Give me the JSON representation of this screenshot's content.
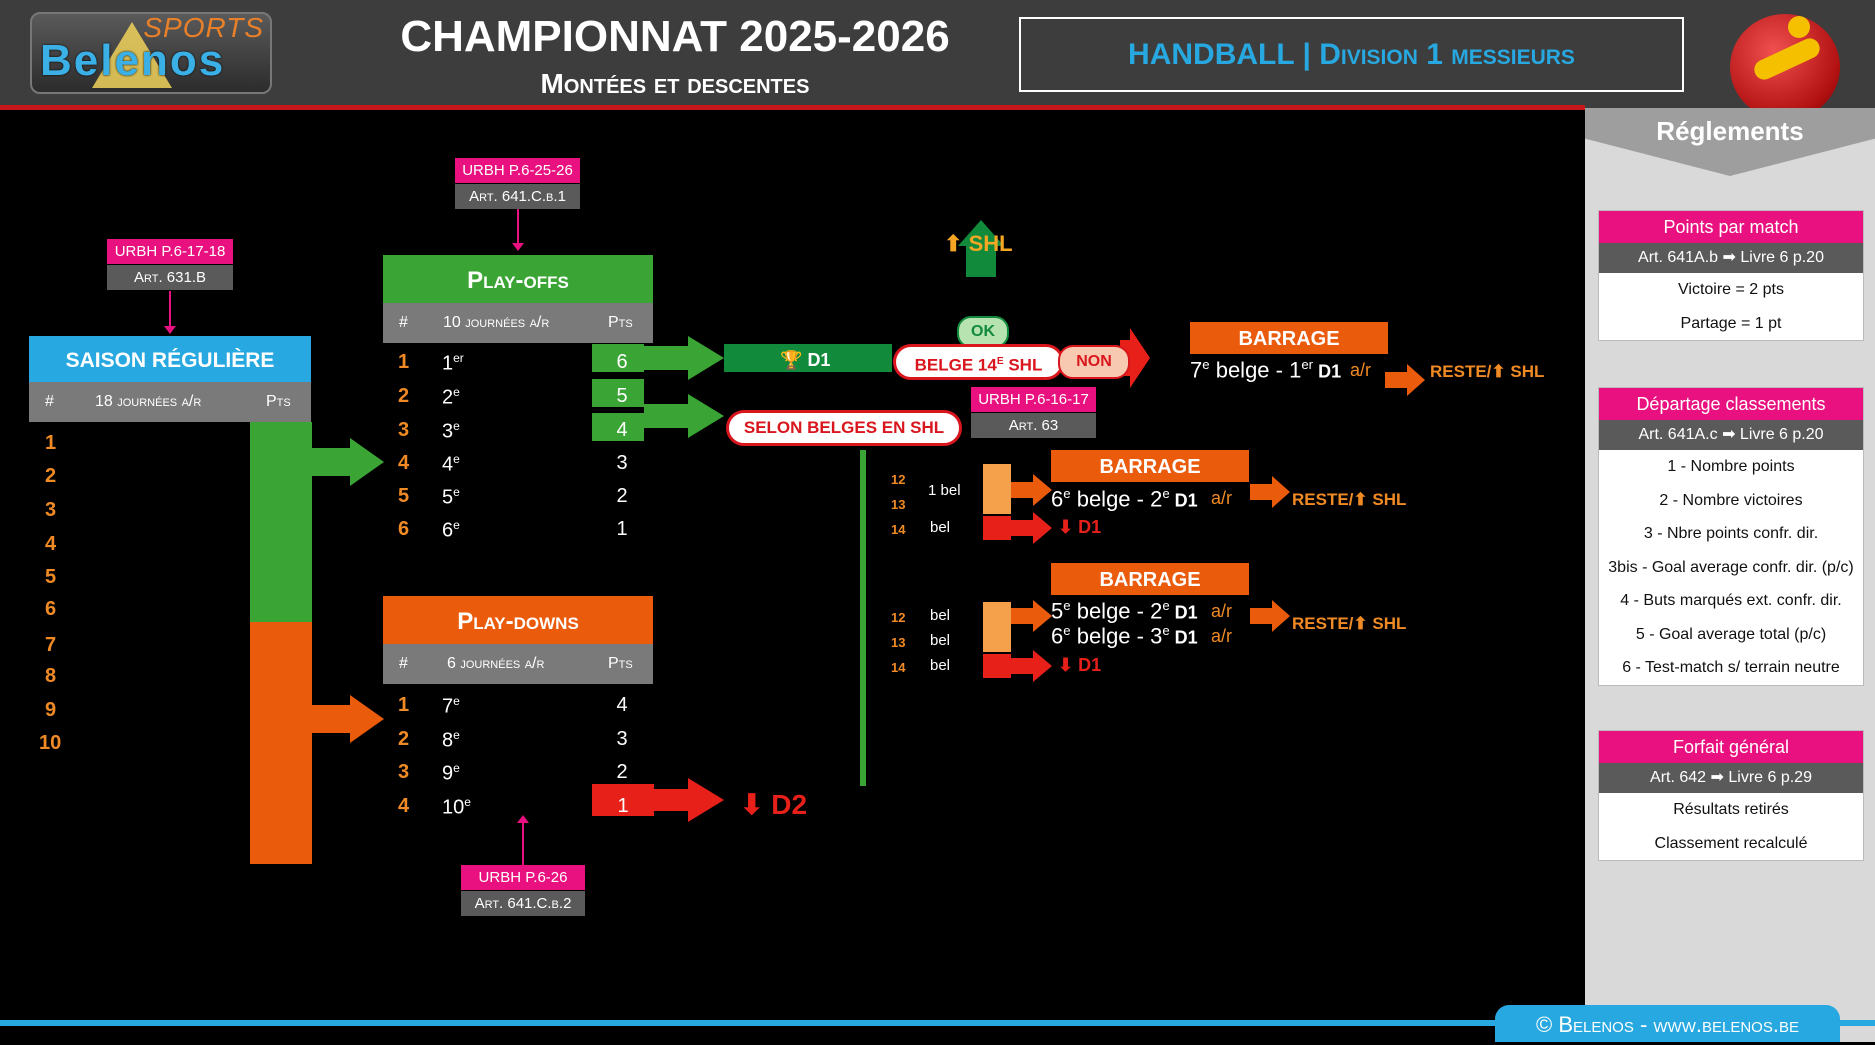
{
  "header": {
    "logo_sports": "SPORTS",
    "logo_brand": "Belenos",
    "title": "CHAMPIONNAT 2025-2026",
    "subtitle": "Montées et descentes",
    "division": "HANDBALL | Division 1 messieurs"
  },
  "season": {
    "tag_pink": "URBH P.6-17-18",
    "tag_grey": "Art. 631.B",
    "title": "SAISON RÉGULIÈRE",
    "col_num": "#",
    "col_desc": "18 journées a/r",
    "col_pts": "Pts",
    "ranks": [
      "1",
      "2",
      "3",
      "4",
      "5",
      "6",
      "7",
      "8",
      "9",
      "10"
    ]
  },
  "playoffs": {
    "tag_pink": "URBH P.6-25-26",
    "tag_grey": "Art. 641.C.b.1",
    "title": "Play-offs",
    "col_num": "#",
    "col_desc": "10 journées a/r",
    "col_pts": "Pts",
    "rows": [
      {
        "rank": "1",
        "place": "1",
        "sup": "er",
        "pts": "6"
      },
      {
        "rank": "2",
        "place": "2",
        "sup": "e",
        "pts": "5"
      },
      {
        "rank": "3",
        "place": "3",
        "sup": "e",
        "pts": "4"
      },
      {
        "rank": "4",
        "place": "4",
        "sup": "e",
        "pts": "3"
      },
      {
        "rank": "5",
        "place": "5",
        "sup": "e",
        "pts": "2"
      },
      {
        "rank": "6",
        "place": "6",
        "sup": "e",
        "pts": "1"
      }
    ]
  },
  "playdowns": {
    "tag_pink": "URBH P.6-26",
    "tag_grey": "Art. 641.C.b.2",
    "title": "Play-downs",
    "col_num": "#",
    "col_desc": "6 journées a/r",
    "col_pts": "Pts",
    "rows": [
      {
        "rank": "1",
        "place": "7",
        "sup": "e",
        "pts": "4"
      },
      {
        "rank": "2",
        "place": "8",
        "sup": "e",
        "pts": "3"
      },
      {
        "rank": "3",
        "place": "9",
        "sup": "e",
        "pts": "2"
      },
      {
        "rank": "4",
        "place": "10",
        "sup": "e",
        "pts": "1"
      }
    ],
    "relegation": "D2"
  },
  "flow": {
    "champion": "D1",
    "shl_up": "SHL",
    "ok": "OK",
    "belge14": "BELGE 14",
    "belge14_sup": "E",
    "belge14_suffix": " SHL",
    "non": "NON",
    "selon": "SELON BELGES EN SHL",
    "tag_pink": "URBH P.6-16-17",
    "tag_grey": "Art. 63",
    "barrage_label": "BARRAGE",
    "barrage1": {
      "a": "7",
      "a_sup": "e",
      "mid": " belge - 1",
      "b_sup": "er",
      "div": " D1",
      "ar": "a/r",
      "result": "RESTE/",
      "result_up": "SHL"
    },
    "case1": {
      "ranks": [
        "12",
        "13",
        "14"
      ],
      "labels": [
        "1 bel",
        "",
        "bel"
      ],
      "barrage": {
        "a": "6",
        "a_sup": "e",
        "mid": " belge - 2",
        "b_sup": "e",
        "div": " D1",
        "ar": "a/r",
        "result": "RESTE/",
        "result_up": "SHL"
      },
      "down": "D1"
    },
    "case2": {
      "ranks": [
        "12",
        "13",
        "14"
      ],
      "labels": [
        "bel",
        "bel",
        "bel"
      ],
      "line1": {
        "a": "5",
        "a_sup": "e",
        "mid": " belge - 2",
        "b_sup": "e",
        "div": " D1",
        "ar": "a/r"
      },
      "line2": {
        "a": "6",
        "a_sup": "e",
        "mid": " belge - 3",
        "b_sup": "e",
        "div": " D1",
        "ar": "a/r"
      },
      "result": "RESTE/",
      "result_up": "SHL",
      "down": "D1"
    }
  },
  "sidebar": {
    "title": "Réglements",
    "cards": [
      {
        "head": "Points par match",
        "sub": "Art. 641A.b ➡ Livre 6 p.20",
        "items": [
          "Victoire = 2 pts",
          "Partage = 1 pt"
        ]
      },
      {
        "head": "Départage classements",
        "sub": "Art. 641A.c ➡ Livre 6 p.20",
        "items": [
          "1 - Nombre points",
          "2 - Nombre victoires",
          "3 - Nbre points confr. dir.",
          "3bis - Goal average confr. dir. (p/c)",
          "4 - Buts marqués ext. confr. dir.",
          "5 - Goal average total (p/c)",
          "6 - Test-match s/ terrain neutre"
        ]
      },
      {
        "head": "Forfait général",
        "sub": "Art. 642 ➡ Livre 6 p.29",
        "items": [
          "Résultats retirés",
          "Classement recalculé"
        ]
      }
    ]
  },
  "footer": "© Belenos - www.belenos.be",
  "colors": {
    "green": "#3aa535",
    "orange": "#ea5b0c",
    "red": "#e8201a",
    "blue": "#27a8e0",
    "pink": "#e8117f",
    "dark_green": "#128a3c"
  }
}
